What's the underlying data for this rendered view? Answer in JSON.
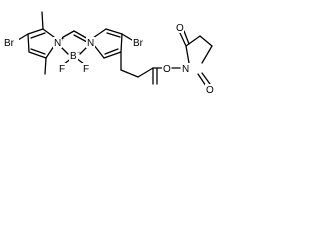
{
  "structure": {
    "atoms": {
      "br_left": "Br",
      "br_right": "Br",
      "n_left": "N",
      "n_left_charge": "+",
      "n_right": "N",
      "boron": "B",
      "boron_charge": "−",
      "f_left": "F",
      "f_right": "F",
      "o_ester": "O",
      "n_imide": "N",
      "o_top": "O",
      "o_bottom": "O"
    }
  },
  "colors": {
    "bond": "#000000",
    "background": "#ffffff"
  }
}
